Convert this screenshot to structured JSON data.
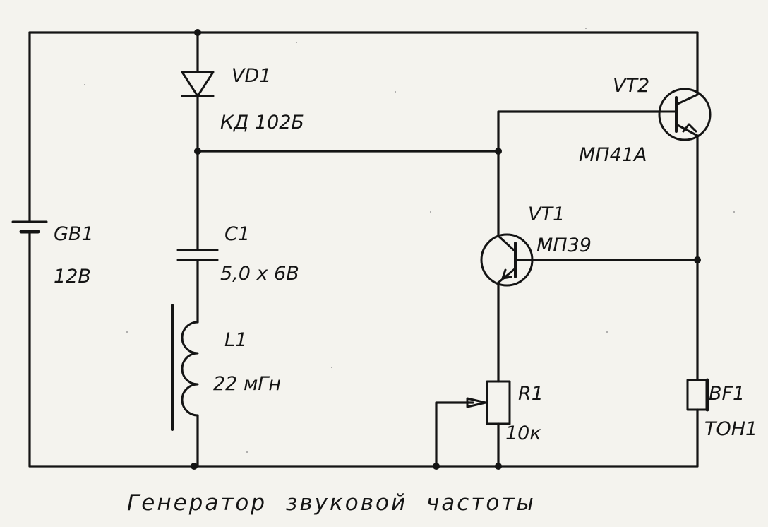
{
  "labels": {
    "vd1_ref": "VD1",
    "vd1_type": "КД 102Б",
    "vt2_ref": "VT2",
    "vt2_type": "МП41А",
    "vt1_ref": "VT1",
    "vt1_type": "МП39",
    "gb1_ref": "GB1",
    "gb1_value": "12В",
    "c1_ref": "С1",
    "c1_value": "5,0 x 6В",
    "l1_ref": "L1",
    "l1_value": "22 мГн",
    "r1_ref": "R1",
    "r1_value": "10к",
    "bf1_ref": "BF1",
    "bf1_type": "ТОН1"
  },
  "caption": "Генератор звуковой частоты"
}
